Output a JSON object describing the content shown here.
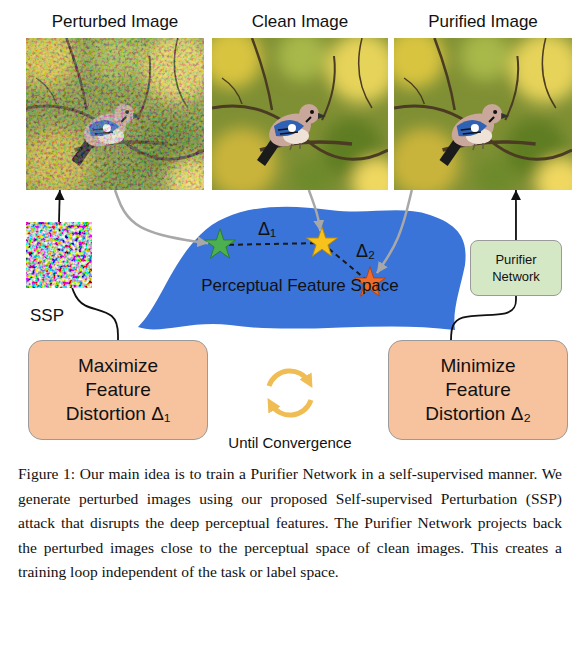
{
  "diagram": {
    "caption": "Figure 1: Our main idea is to train a Purifier Network in a self-supervised manner. We generate perturbed images using our proposed Self-supervised Perturbation (SSP) attack that disrupts the deep perceptual features. The Purifier Network projects back the perturbed images close to the perceptual space of clean images. This creates a training loop independent of the task or label space.",
    "nodes": [
      {
        "text": [
          "Perturbed Image"
        ]
      },
      {
        "text": [
          "Clean Image"
        ]
      },
      {
        "text": [
          "Purified Image"
        ]
      },
      {
        "text": [
          "SSP"
        ]
      },
      {
        "text": [
          "Purifier Network"
        ]
      },
      {
        "text": [
          "Perceptual Feature Space"
        ]
      },
      {
        "text": [
          "Maximize Feature Distortion Δ₁"
        ]
      },
      {
        "text": [
          "Minimize Feature Distortion Δ₂"
        ]
      }
    ],
    "edges": [
      {
        "from": 6,
        "to": 3,
        "arrow": "none"
      },
      {
        "from": 3,
        "to": 0,
        "arrow": "to"
      },
      {
        "from": 0,
        "to": 5,
        "arrow": "to"
      },
      {
        "from": 1,
        "to": 5,
        "arrow": "to"
      },
      {
        "from": 2,
        "to": 5,
        "arrow": "to"
      },
      {
        "from": 7,
        "to": 4,
        "arrow": "none"
      },
      {
        "from": 4,
        "to": 2,
        "arrow": "to"
      }
    ],
    "labels": [
      "Δ₁",
      "Δ₂",
      "Until Convergence"
    ]
  }
}
